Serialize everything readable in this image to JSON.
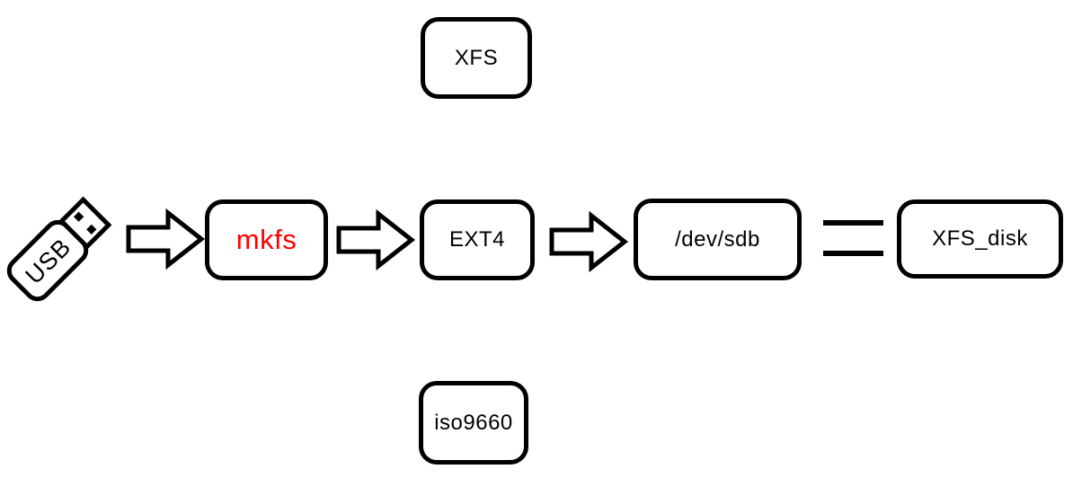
{
  "colors": {
    "background": "#ffffff",
    "outline": "#000000",
    "highlight": "#ff0000"
  },
  "usb_icon": {
    "label": "USB"
  },
  "nodes": {
    "xfs_top": {
      "label": "XFS"
    },
    "mkfs": {
      "label": "mkfs"
    },
    "ext4": {
      "label": "EXT4"
    },
    "dev_sdb": {
      "label": "/dev/sdb"
    },
    "xfs_disk": {
      "label": "XFS_disk"
    },
    "iso9660": {
      "label": "iso9660"
    }
  }
}
